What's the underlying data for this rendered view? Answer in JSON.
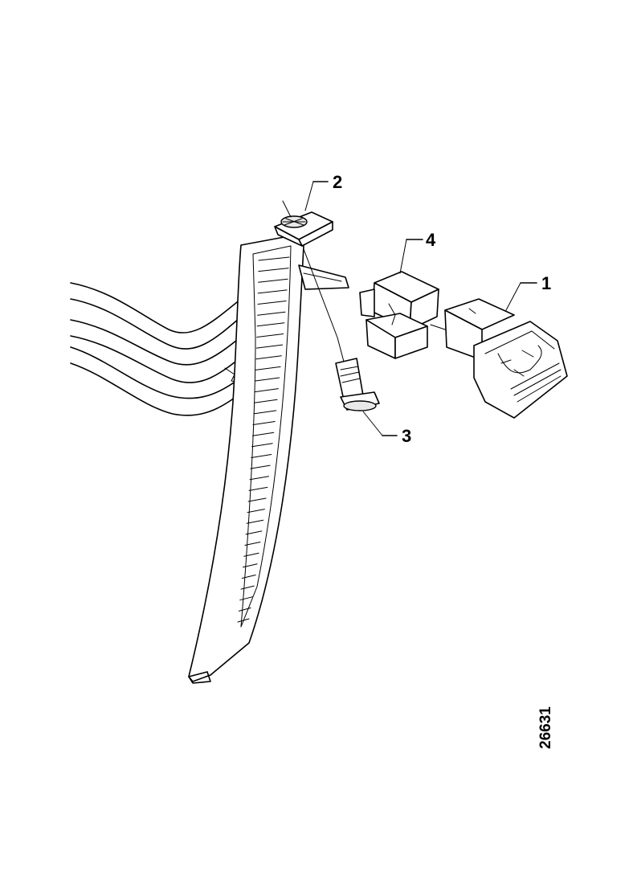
{
  "callouts": [
    {
      "id": "1",
      "label": "1"
    },
    {
      "id": "2",
      "label": "2"
    },
    {
      "id": "3",
      "label": "3"
    },
    {
      "id": "4",
      "label": "4"
    }
  ],
  "reference_number": "26631"
}
